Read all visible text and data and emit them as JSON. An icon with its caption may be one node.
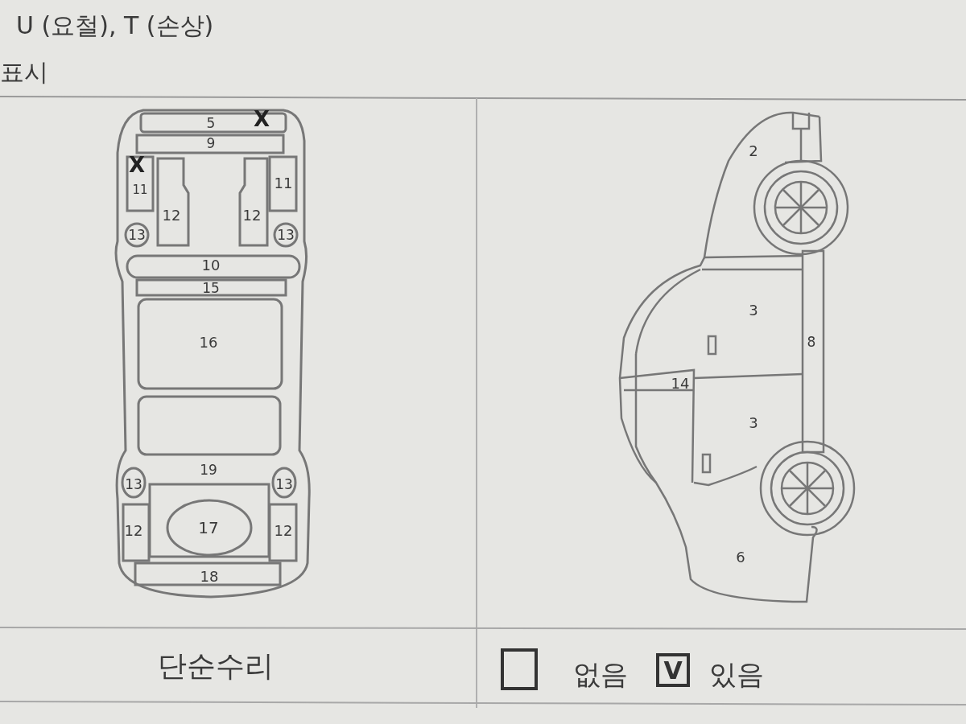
{
  "diagram": {
    "labels": [
      "U (요철), T (손상)",
      "표시",
      "5",
      "X",
      "9",
      "X",
      "11",
      "12",
      "12",
      "11",
      "13",
      "13",
      "10",
      "15",
      "16",
      "19",
      "13",
      "13",
      "12",
      "17",
      "12",
      "18",
      "2",
      "3",
      "8",
      "14",
      "3",
      "6",
      "단순수리",
      "없음",
      "V",
      "있음"
    ]
  }
}
